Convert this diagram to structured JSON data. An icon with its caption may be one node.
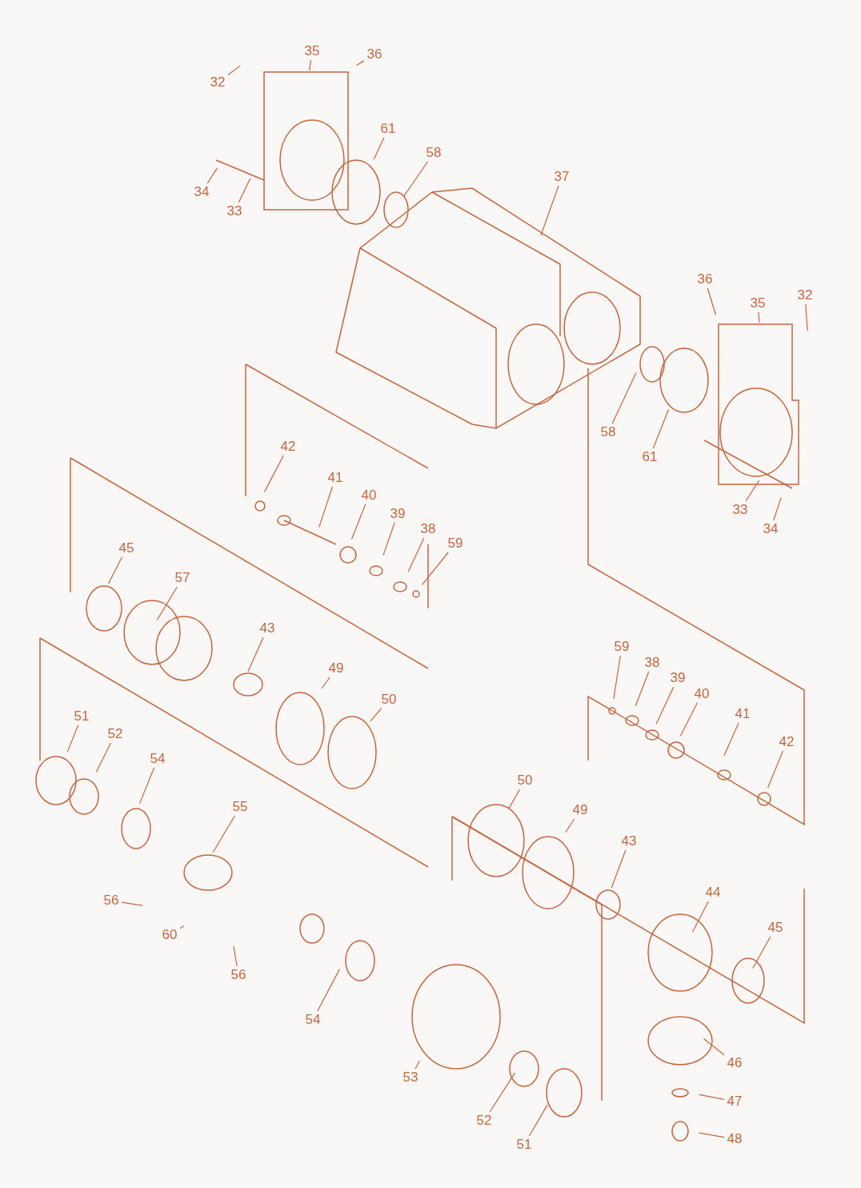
{
  "diagram": {
    "nodes": [
      {
        "text": [
          "32"
        ]
      },
      {
        "text": [
          "35"
        ]
      },
      {
        "text": [
          "36"
        ]
      },
      {
        "text": [
          "61"
        ]
      },
      {
        "text": [
          "34"
        ]
      },
      {
        "text": [
          "58"
        ]
      },
      {
        "text": [
          "33"
        ]
      },
      {
        "text": [
          "37"
        ]
      },
      {
        "text": [
          "36"
        ]
      },
      {
        "text": [
          "35"
        ]
      },
      {
        "text": [
          "32"
        ]
      },
      {
        "text": [
          "58"
        ]
      },
      {
        "text": [
          "61"
        ]
      },
      {
        "text": [
          "33"
        ]
      },
      {
        "text": [
          "34"
        ]
      },
      {
        "text": [
          "42"
        ]
      },
      {
        "text": [
          "41"
        ]
      },
      {
        "text": [
          "40"
        ]
      },
      {
        "text": [
          "39"
        ]
      },
      {
        "text": [
          "38"
        ]
      },
      {
        "text": [
          "59"
        ]
      },
      {
        "text": [
          "45"
        ]
      },
      {
        "text": [
          "57"
        ]
      },
      {
        "text": [
          "43"
        ]
      },
      {
        "text": [
          "49"
        ]
      },
      {
        "text": [
          "50"
        ]
      },
      {
        "text": [
          "51"
        ]
      },
      {
        "text": [
          "52"
        ]
      },
      {
        "text": [
          "54"
        ]
      },
      {
        "text": [
          "55"
        ]
      },
      {
        "text": [
          "56"
        ]
      },
      {
        "text": [
          "60"
        ]
      },
      {
        "text": [
          "56"
        ]
      },
      {
        "text": [
          "54"
        ]
      },
      {
        "text": [
          "53"
        ]
      },
      {
        "text": [
          "52"
        ]
      },
      {
        "text": [
          "51"
        ]
      },
      {
        "text": [
          "59"
        ]
      },
      {
        "text": [
          "38"
        ]
      },
      {
        "text": [
          "39"
        ]
      },
      {
        "text": [
          "40"
        ]
      },
      {
        "text": [
          "41"
        ]
      },
      {
        "text": [
          "42"
        ]
      },
      {
        "text": [
          "50"
        ]
      },
      {
        "text": [
          "49"
        ]
      },
      {
        "text": [
          "43"
        ]
      },
      {
        "text": [
          "44"
        ]
      },
      {
        "text": [
          "45"
        ]
      },
      {
        "text": [
          "46"
        ]
      },
      {
        "text": [
          "47"
        ]
      },
      {
        "text": [
          "48"
        ]
      }
    ],
    "edges": [
      {
        "from": 0,
        "to": null,
        "arrow": "none"
      },
      {
        "from": 1,
        "to": null,
        "arrow": "none"
      },
      {
        "from": 2,
        "to": null,
        "arrow": "none"
      },
      {
        "from": 3,
        "to": null,
        "arrow": "none"
      },
      {
        "from": 4,
        "to": null,
        "arrow": "none"
      },
      {
        "from": 5,
        "to": null,
        "arrow": "none"
      },
      {
        "from": 6,
        "to": null,
        "arrow": "none"
      },
      {
        "from": 7,
        "to": null,
        "arrow": "none"
      },
      {
        "from": 8,
        "to": null,
        "arrow": "none"
      },
      {
        "from": 9,
        "to": null,
        "arrow": "none"
      },
      {
        "from": 10,
        "to": null,
        "arrow": "none"
      },
      {
        "from": 11,
        "to": null,
        "arrow": "none"
      },
      {
        "from": 12,
        "to": null,
        "arrow": "none"
      },
      {
        "from": 13,
        "to": null,
        "arrow": "none"
      },
      {
        "from": 14,
        "to": null,
        "arrow": "none"
      },
      {
        "from": 15,
        "to": null,
        "arrow": "none"
      },
      {
        "from": 16,
        "to": null,
        "arrow": "none"
      },
      {
        "from": 17,
        "to": null,
        "arrow": "none"
      },
      {
        "from": 18,
        "to": null,
        "arrow": "none"
      },
      {
        "from": 19,
        "to": null,
        "arrow": "none"
      },
      {
        "from": 20,
        "to": null,
        "arrow": "none"
      },
      {
        "from": 21,
        "to": null,
        "arrow": "none"
      },
      {
        "from": 22,
        "to": null,
        "arrow": "none"
      },
      {
        "from": 23,
        "to": null,
        "arrow": "none"
      },
      {
        "from": 24,
        "to": null,
        "arrow": "none"
      },
      {
        "from": 25,
        "to": null,
        "arrow": "none"
      },
      {
        "from": 26,
        "to": null,
        "arrow": "none"
      },
      {
        "from": 27,
        "to": null,
        "arrow": "none"
      },
      {
        "from": 28,
        "to": null,
        "arrow": "none"
      },
      {
        "from": 29,
        "to": null,
        "arrow": "none"
      },
      {
        "from": 30,
        "to": null,
        "arrow": "none"
      },
      {
        "from": 31,
        "to": null,
        "arrow": "none"
      },
      {
        "from": 32,
        "to": null,
        "arrow": "none"
      },
      {
        "from": 33,
        "to": null,
        "arrow": "none"
      },
      {
        "from": 34,
        "to": null,
        "arrow": "none"
      },
      {
        "from": 35,
        "to": null,
        "arrow": "none"
      },
      {
        "from": 36,
        "to": null,
        "arrow": "none"
      },
      {
        "from": 37,
        "to": null,
        "arrow": "none"
      },
      {
        "from": 38,
        "to": null,
        "arrow": "none"
      },
      {
        "from": 39,
        "to": null,
        "arrow": "none"
      },
      {
        "from": 40,
        "to": null,
        "arrow": "none"
      },
      {
        "from": 41,
        "to": null,
        "arrow": "none"
      },
      {
        "from": 42,
        "to": null,
        "arrow": "none"
      },
      {
        "from": 43,
        "to": null,
        "arrow": "none"
      },
      {
        "from": 44,
        "to": null,
        "arrow": "none"
      },
      {
        "from": 45,
        "to": null,
        "arrow": "none"
      },
      {
        "from": 46,
        "to": null,
        "arrow": "none"
      },
      {
        "from": 47,
        "to": null,
        "arrow": "none"
      },
      {
        "from": 48,
        "to": null,
        "arrow": "none"
      },
      {
        "from": 49,
        "to": null,
        "arrow": "none"
      },
      {
        "from": 50,
        "to": null,
        "arrow": "none"
      }
    ]
  }
}
